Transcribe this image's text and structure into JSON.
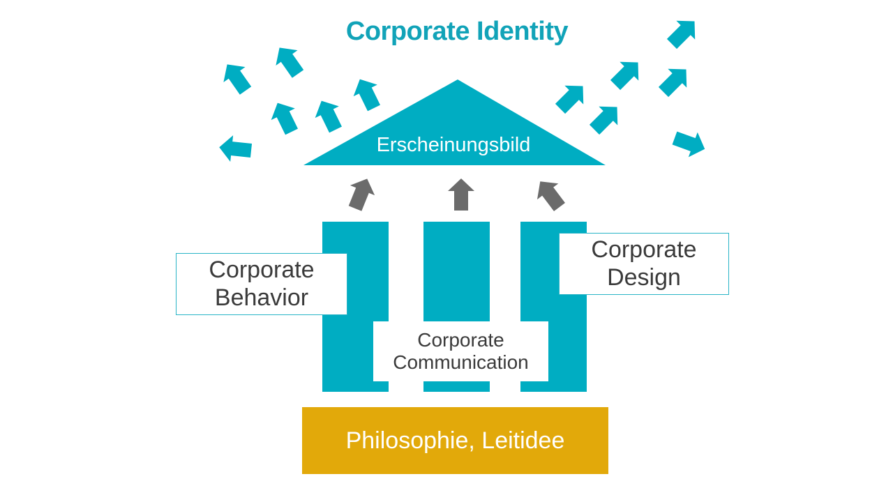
{
  "title": "Corporate Identity",
  "roof_label": "Erscheinungsbild",
  "pillars": {
    "behavior": {
      "line1": "Corporate",
      "line2": "Behavior"
    },
    "communication": {
      "line1": "Corporate",
      "line2": "Communication"
    },
    "design": {
      "line1": "Corporate",
      "line2": "Design"
    }
  },
  "foundation_label": "Philosophie, Leitidee",
  "colors": {
    "primary": "#00adc2",
    "title": "#11a3b8",
    "foundation": "#e2a90a",
    "arrow_gray": "#6b6b6b"
  }
}
